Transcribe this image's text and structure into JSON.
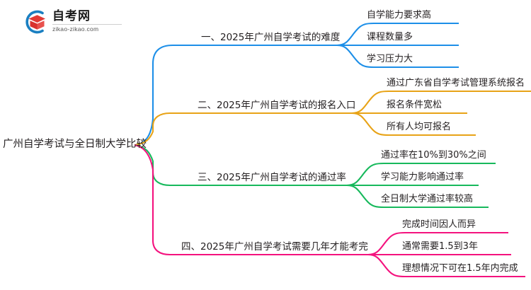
{
  "logo": {
    "name": "zikao-logo",
    "title": "自考网",
    "url": "zikao-zikao.com",
    "mark_colors": {
      "arc": "#1a7fc1",
      "cap": "#e13a36"
    }
  },
  "mindmap": {
    "root": {
      "label": "广州自学考试与全日制大学比较"
    },
    "branches": [
      {
        "label": "一、2025年广州自学考试的难度",
        "color": "#1d8fe8",
        "children": [
          {
            "label": "自学能力要求高"
          },
          {
            "label": "课程数量多"
          },
          {
            "label": "学习压力大"
          }
        ]
      },
      {
        "label": "二、2025年广州自学考试的报名入口",
        "color": "#e8a317",
        "children": [
          {
            "label": "通过广东省自学考试管理系统报名"
          },
          {
            "label": "报名条件宽松"
          },
          {
            "label": "所有人均可报名"
          }
        ]
      },
      {
        "label": "三、2025年广州自学考试的通过率",
        "color": "#17b95c",
        "children": [
          {
            "label": "通过率在10%到30%之间"
          },
          {
            "label": "学习能力影响通过率"
          },
          {
            "label": "全日制大学通过率较高"
          }
        ]
      },
      {
        "label": "四、2025年广州自学考试需要几年才能考完",
        "color": "#f4127e",
        "children": [
          {
            "label": "完成时间因人而异"
          },
          {
            "label": "通常需要1.5到3年"
          },
          {
            "label": "理想情况下可在1.5年内完成"
          }
        ]
      }
    ]
  }
}
